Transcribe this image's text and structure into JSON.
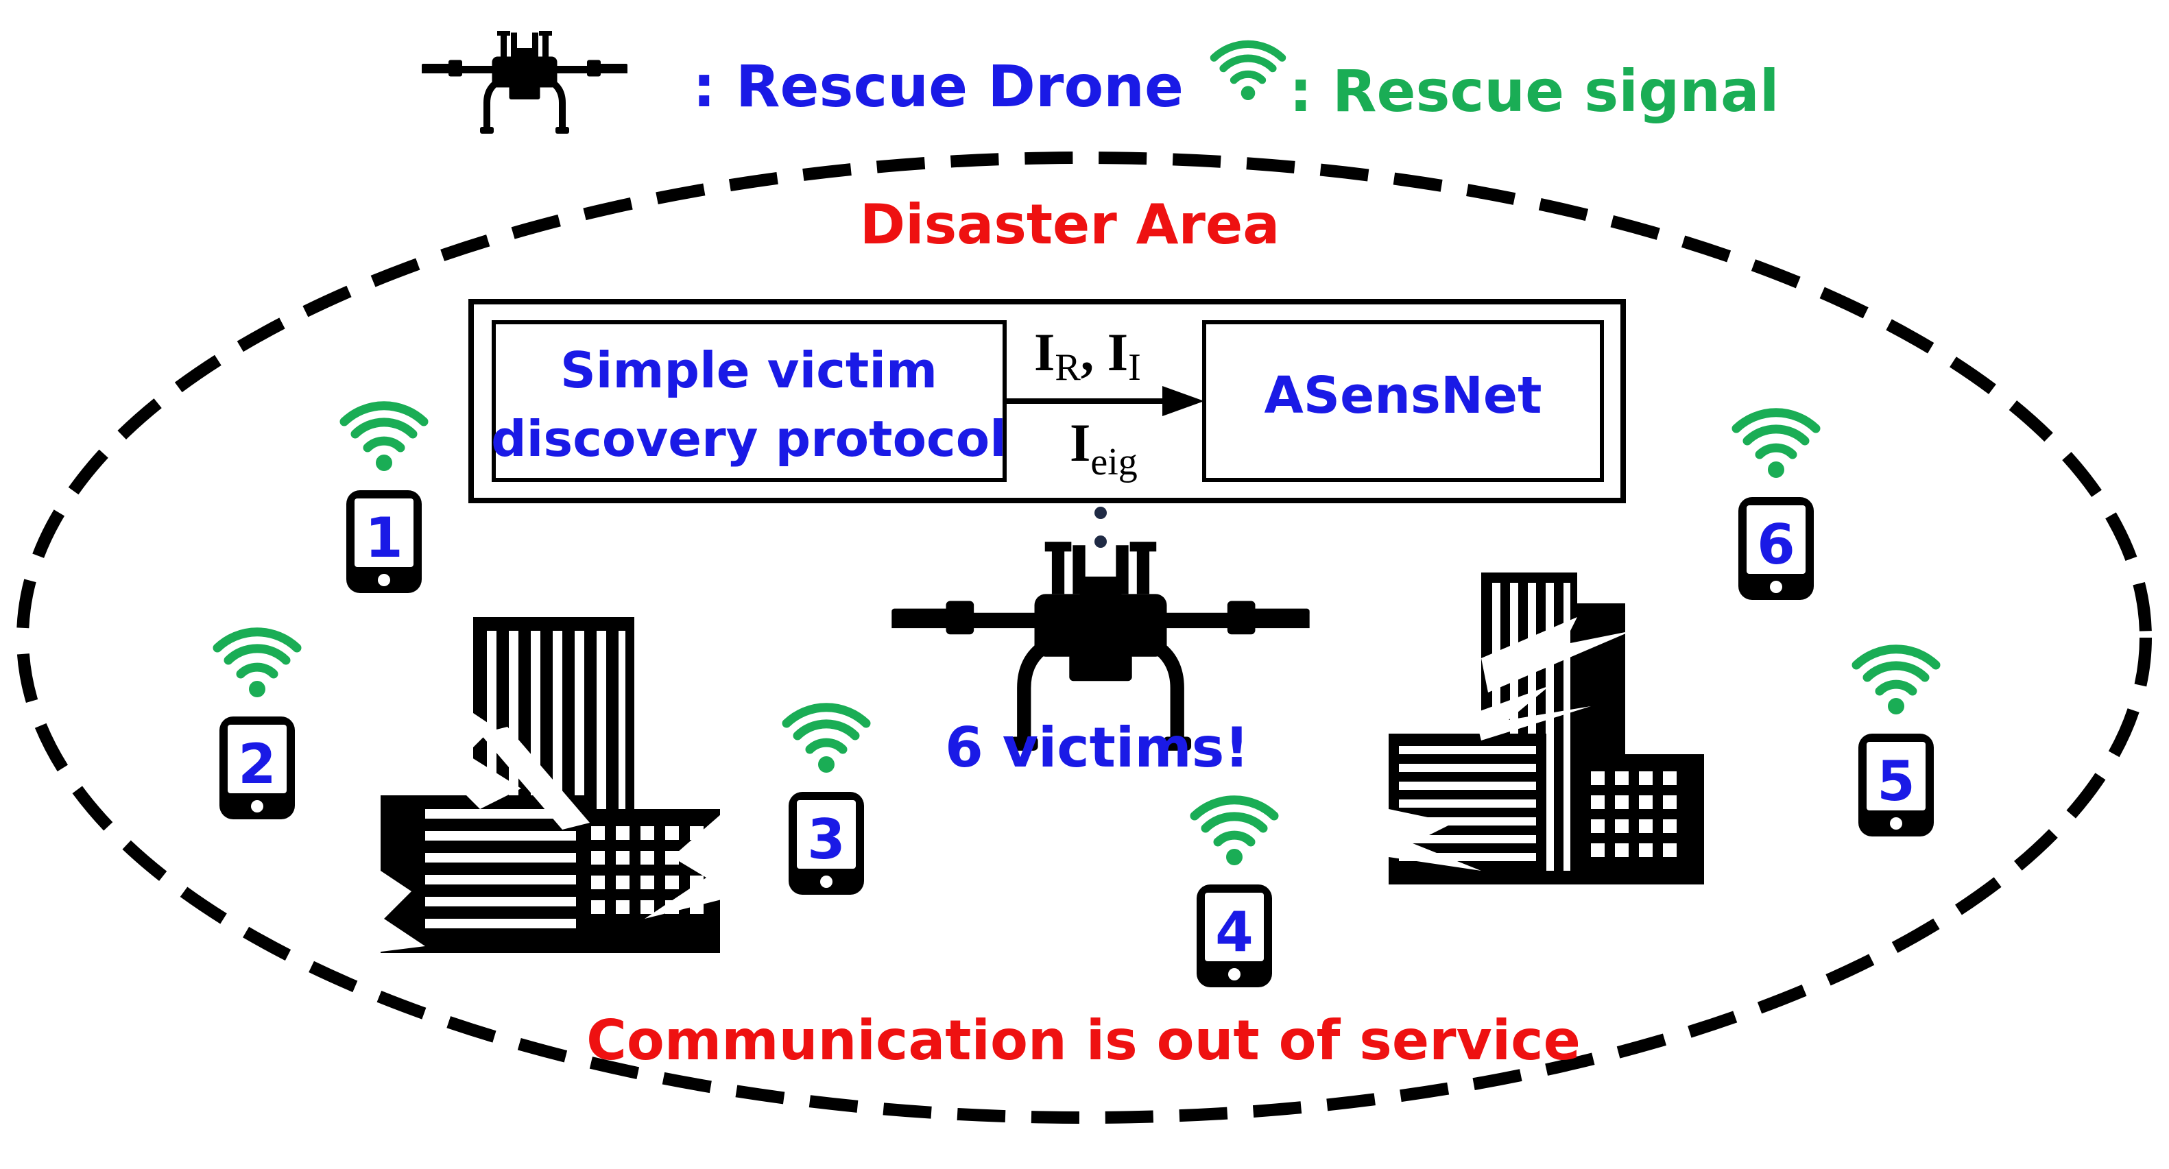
{
  "legend": {
    "drone_label": ": Rescue Drone",
    "signal_label": ": Rescue signal"
  },
  "area": {
    "title": "Disaster Area",
    "footer": "Communication is out of service"
  },
  "pipeline": {
    "protocol_line1": "Simple victim",
    "protocol_line2": "discovery protocol",
    "model": "ASensNet",
    "arrow_top": {
      "i1": "I",
      "sub1": "R",
      "sep": ", ",
      "i2": "I",
      "sub2": "I"
    },
    "arrow_bottom": {
      "i": "I",
      "sub": "eig"
    }
  },
  "drone_status": "6 victims!",
  "victims": [
    "1",
    "2",
    "3",
    "4",
    "5",
    "6"
  ],
  "colors": {
    "drone_text": "#1a1ae6",
    "signal": "#1aad55",
    "alert": "#ee1111",
    "ink": "#000000",
    "dots": "#1f2a44"
  },
  "icons": {
    "drone": "drone-icon",
    "signal": "wifi-signal-icon",
    "phone": "smartphone-icon",
    "building": "collapsed-building-icon"
  }
}
